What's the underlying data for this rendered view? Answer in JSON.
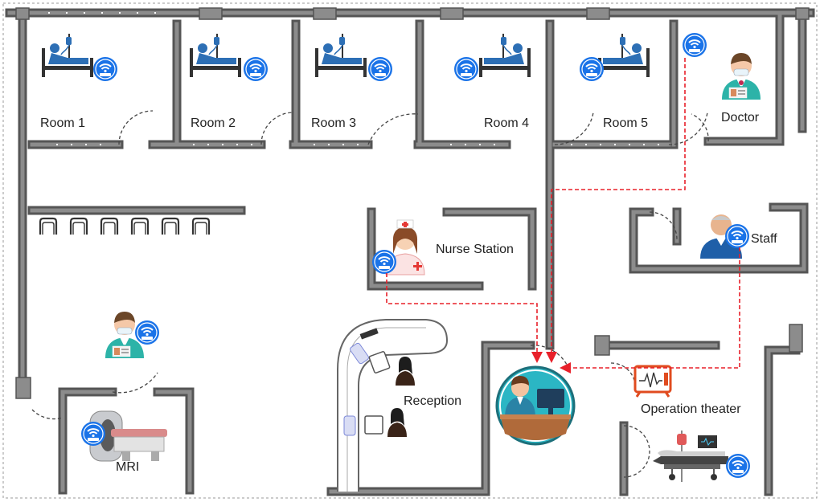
{
  "rooms": [
    {
      "label": "Room 1"
    },
    {
      "label": "Room 2"
    },
    {
      "label": "Room 3"
    },
    {
      "label": "Room 4"
    },
    {
      "label": "Room 5"
    }
  ],
  "doctor": {
    "label": "Doctor"
  },
  "nurse_station": {
    "label": "Nurse Station"
  },
  "staff": {
    "label": "Staff"
  },
  "reception": {
    "label": "Reception"
  },
  "operation_theater": {
    "label": "Operation theater"
  },
  "mri": {
    "label": "MRI"
  },
  "colors": {
    "wall": "#8c8c8c",
    "wall_edge": "#555555",
    "wifi_badge": "#1a73e8",
    "link": "#e8202a",
    "central_circle": "#2bb6c4",
    "bed": "#2d6fb5"
  },
  "icons": [
    "patient-bed-icon",
    "wifi-badge-icon",
    "doctor-icon",
    "nurse-icon",
    "staff-icon",
    "receptionist-icon",
    "mri-scanner-icon",
    "operating-bed-icon",
    "heart-monitor-icon",
    "central-monitoring-icon",
    "waiting-chair-icon"
  ]
}
